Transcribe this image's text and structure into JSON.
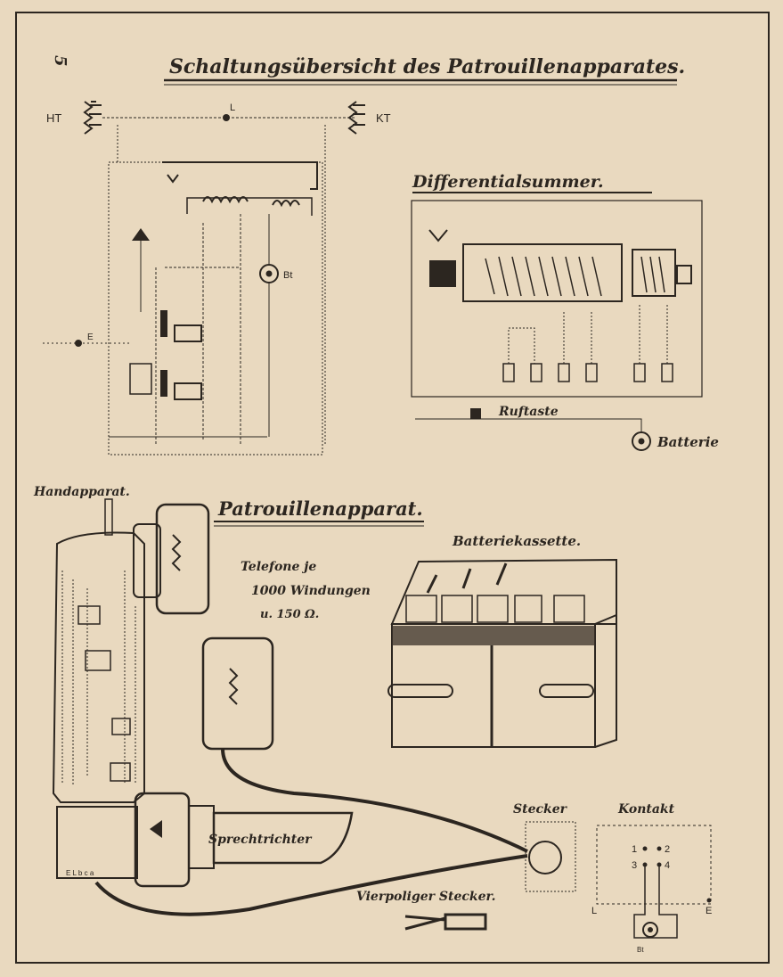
{
  "page": {
    "number": "5",
    "title": "Schaltungsübersicht des Patrouillenapparates."
  },
  "schematic": {
    "label_ht": "HT",
    "label_l": "L",
    "label_kt": "KT",
    "label_bt": "Bt",
    "label_e": "E"
  },
  "differential": {
    "title": "Differentialsummer.",
    "key_label": "Ruftaste",
    "battery_label": "Batterie"
  },
  "apparatus": {
    "title": "Patrouillenapparat.",
    "handset_label": "Handapparat.",
    "telephone_note_1": "Telefone je",
    "telephone_note_2": "1000 Windungen",
    "telephone_note_3": "u. 150 Ω.",
    "mouthpiece_label": "Sprechtrichter",
    "terminal_letters": "E L b c a"
  },
  "battery_case": {
    "title": "Batteriekassette."
  },
  "connector": {
    "plug_label": "Stecker",
    "contact_label": "Kontakt",
    "pin_1": "1",
    "pin_2": "2",
    "pin_3": "3",
    "pin_4": "4",
    "pin_l": "L",
    "pin_e": "E",
    "pin_bt": "Bt",
    "four_pole_label": "Vierpoliger Stecker."
  }
}
